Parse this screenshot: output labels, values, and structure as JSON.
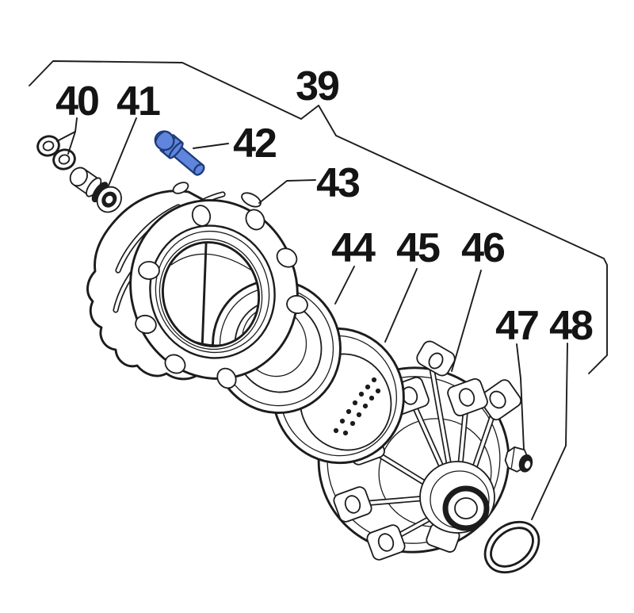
{
  "diagram": {
    "part_labels": [
      {
        "number": "39"
      },
      {
        "number": "40"
      },
      {
        "number": "41"
      },
      {
        "number": "42"
      },
      {
        "number": "43"
      },
      {
        "number": "44"
      },
      {
        "number": "45"
      },
      {
        "number": "46"
      },
      {
        "number": "47"
      },
      {
        "number": "48"
      }
    ],
    "highlighted_part_number": "42",
    "colors": {
      "line": "#1c1c1c",
      "background": "#ffffff",
      "highlight_fill": "#5f86dc",
      "highlight_outline": "#1e3a78"
    }
  }
}
